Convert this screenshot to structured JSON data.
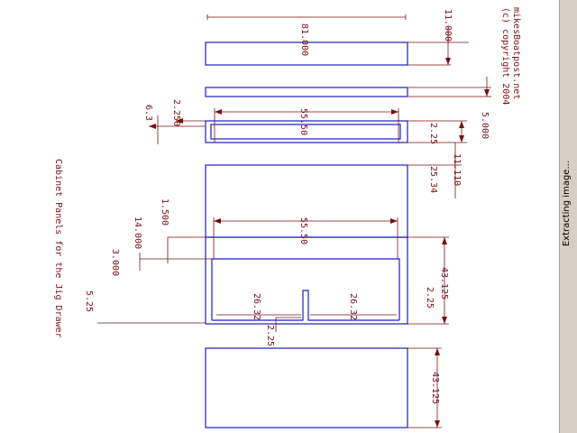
{
  "colors": {
    "shape": "#1f1fbf",
    "dimension": "#7a1010",
    "background": "#ffffff",
    "status_bg": "#d4d0c8"
  },
  "drawing": {
    "title": "Cabinet Panels for the Jig Drawer",
    "copyright_line1": "(c) copyright 2004",
    "copyright_line2": "mikesBoatpost.net",
    "dims": {
      "total_length": "81.000",
      "panel_top": "11.000",
      "gap_offset": "5.000",
      "upper_width": "55.50",
      "lower_width": "55.50",
      "thickness": "6.3",
      "slot_depth": "2.250",
      "slot_gap": "2.25",
      "middle_depth": "11.110",
      "middle_gap": "25.34",
      "offset_a": "1.500",
      "offset_b": "14.000",
      "offset_c": "3.000",
      "offset_d": "5.25",
      "left_half": "26.32",
      "right_half": "26.32",
      "notch": "2.25",
      "right_gap": "2.25",
      "frame_height": "43.125",
      "bottom_height": "43.125"
    }
  },
  "status_bar": {
    "text": "Extracting image..."
  }
}
